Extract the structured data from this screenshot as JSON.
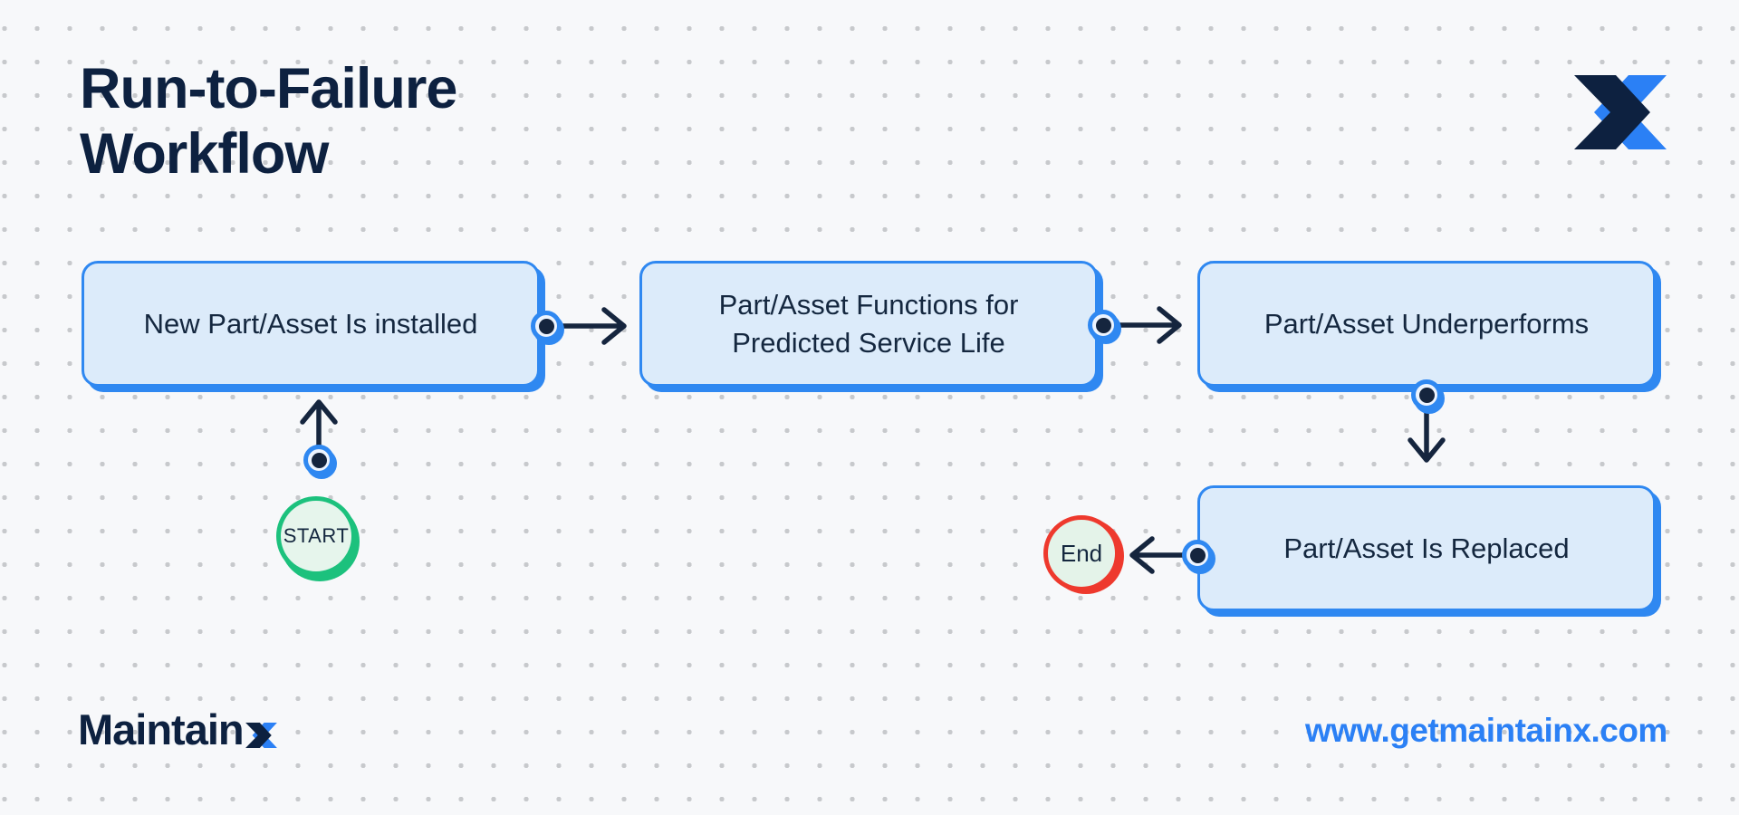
{
  "header": {
    "title_line1": "Run-to-Failure",
    "title_line2": "Workflow"
  },
  "workflow": {
    "start_label": "START",
    "end_label": "End",
    "steps": [
      {
        "label": "New Part/Asset Is installed"
      },
      {
        "label": "Part/Asset Functions for Predicted Service Life"
      },
      {
        "label": "Part/Asset Underperforms"
      },
      {
        "label": "Part/Asset Is Replaced"
      }
    ]
  },
  "footer": {
    "brand_name": "Maintain",
    "brand_suffix": "X",
    "website_url": "www.getmaintainx.com"
  },
  "colors": {
    "navy": "#15253e",
    "title_navy": "#0d2140",
    "blue": "#2f88f1",
    "logo_navy": "#0d2140",
    "logo_blue": "#2b80f5",
    "box_fill": "#dcebfa",
    "green": "#1cc17d",
    "red": "#ee392d",
    "mint_fill": "#e6f5ec",
    "background": "#f7f8fa",
    "dot_gray": "#c7c9cc"
  }
}
